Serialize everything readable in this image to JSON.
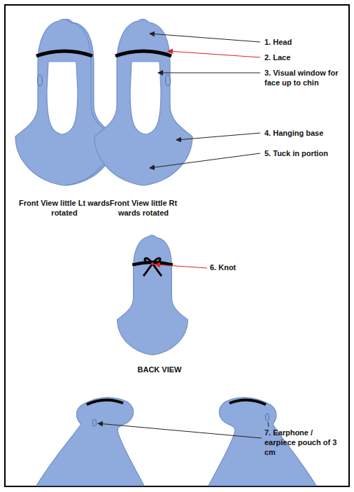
{
  "diagram": {
    "labels": [
      "Front View little Lt wards rotated",
      "Front View little Rt wards rotated",
      "1. Head",
      "2. Lace",
      "3. Visual window for face up to chin",
      "4. Hanging base",
      "5. Tuck in portion",
      "6. Knot",
      "BACK VIEW",
      "7. Earphone / earpiece pouch of 3 cm"
    ]
  }
}
